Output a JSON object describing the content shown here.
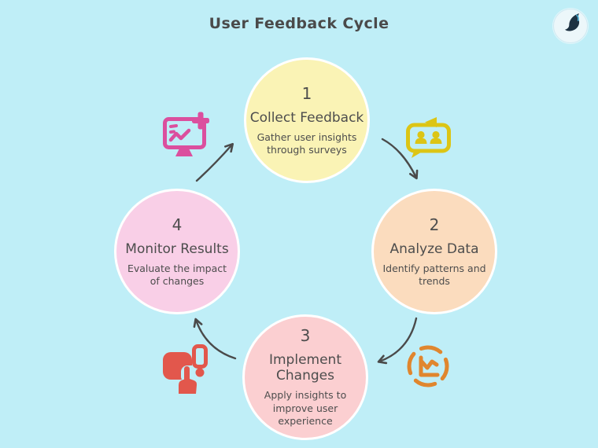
{
  "title": "User Feedback Cycle",
  "brand": {
    "logo": "napkin-bird-logo"
  },
  "colors": {
    "background": "#BFEEF7",
    "text": "#4D4D4D",
    "arrow": "#4A4A4A",
    "step1_circle": "#FAF3B5",
    "step2_circle": "#FBDCBE",
    "step3_circle": "#FBCFD1",
    "step4_circle": "#F9CFE7",
    "icon_magenta": "#DB4F9E",
    "icon_yellow": "#DCC515",
    "icon_orange": "#E0862E",
    "icon_red": "#E2574C"
  },
  "steps": [
    {
      "number": "1",
      "title": "Collect Feedback",
      "description": "Gather user insights through surveys",
      "icon": "feedback-users-icon"
    },
    {
      "number": "2",
      "title": "Analyze Data",
      "description": "Identify patterns and trends",
      "icon": "analytics-chart-icon"
    },
    {
      "number": "3",
      "title": "Implement Changes",
      "description": "Apply insights to improve user experience",
      "icon": "devices-touch-icon"
    },
    {
      "number": "4",
      "title": "Monitor Results",
      "description": "Evaluate the impact of changes",
      "icon": "monitor-health-icon"
    }
  ]
}
